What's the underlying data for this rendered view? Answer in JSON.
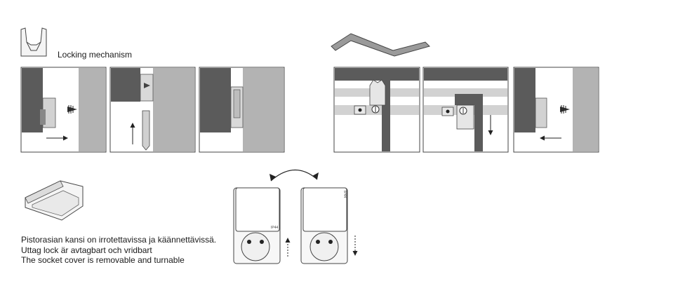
{
  "header": {
    "locking_label": "Locking mechanism"
  },
  "socket_labels": {
    "left_rating": "IP44",
    "right_rating": "IP44"
  },
  "captions": {
    "fi": "Pistorasian kansi on irrotettavissa ja käännettävissä.",
    "sv": "Uttag lock är avtagbart och vridbart",
    "en": "The socket cover is removable and turnable"
  },
  "colors": {
    "dark_gray": "#5b5b5b",
    "mid_gray": "#b3b3b3",
    "light_gray": "#d2d2d2",
    "outline": "#3a3a3a"
  }
}
